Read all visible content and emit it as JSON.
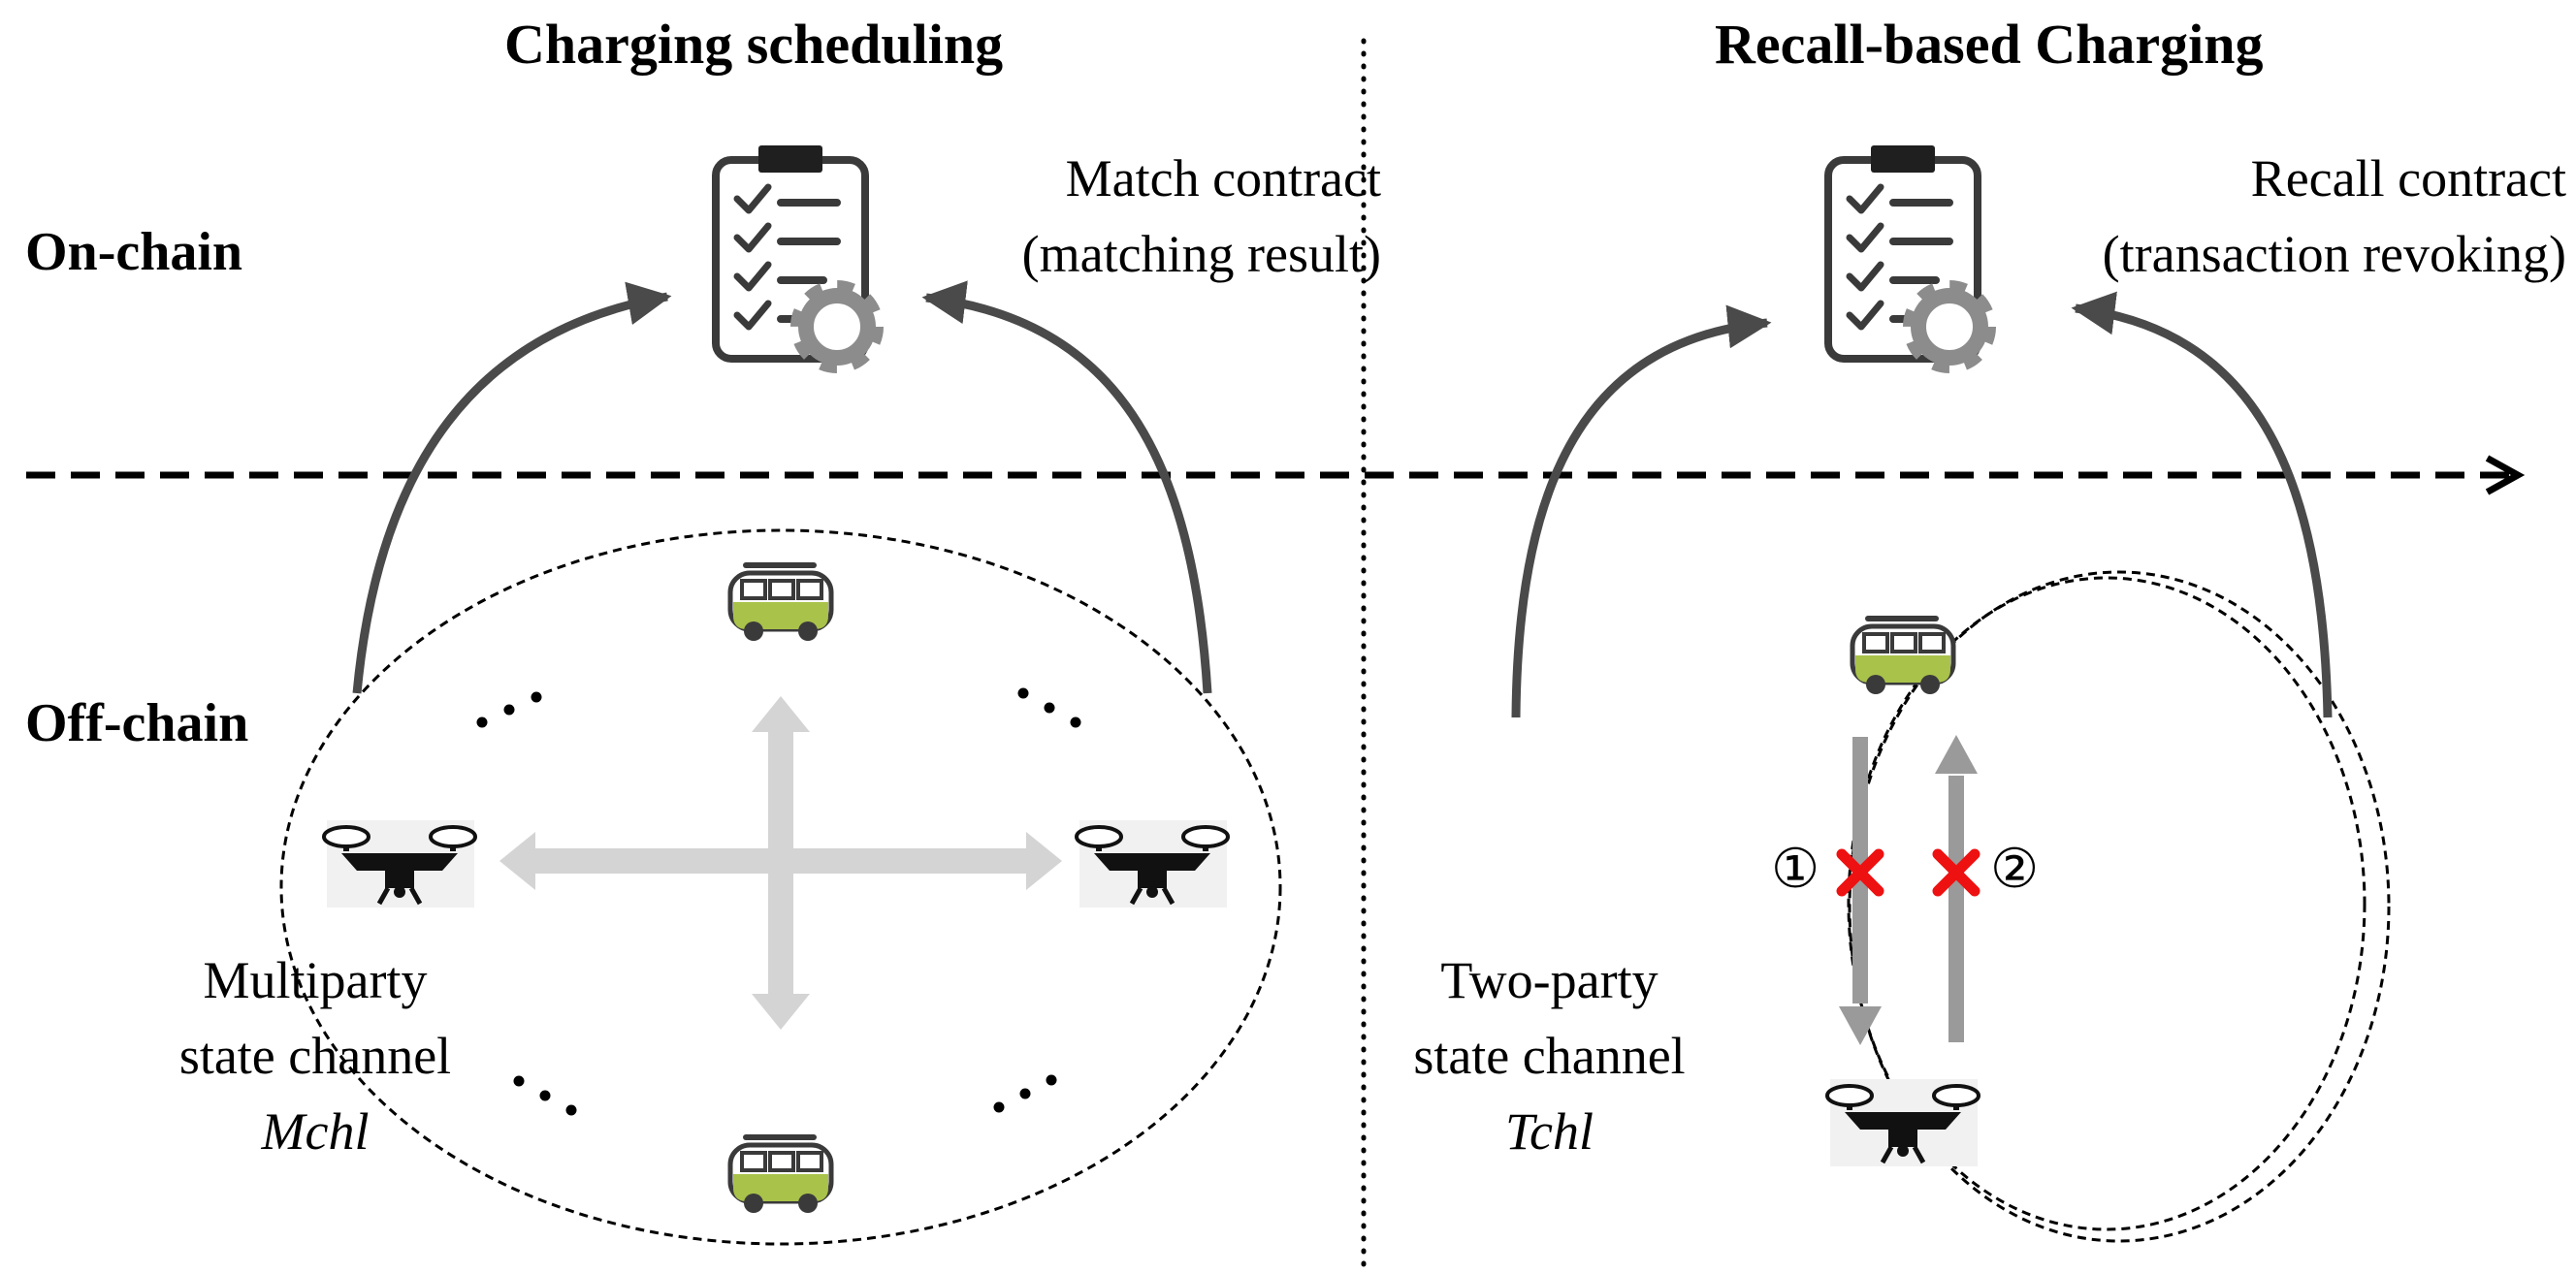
{
  "headings": {
    "left": "Charging scheduling",
    "right": "Recall-based Charging"
  },
  "side_labels": {
    "on_chain": "On-chain",
    "off_chain": "Off-chain"
  },
  "left_panel": {
    "contract_name": "Match contract",
    "contract_note": "(matching result)",
    "channel_line1": "Multiparty",
    "channel_line2": "state channel",
    "channel_symbol": "Mchl"
  },
  "right_panel": {
    "contract_name": "Recall contract",
    "contract_note": "(transaction revoking)",
    "channel_line1": "Two-party",
    "channel_line2": "state channel",
    "channel_symbol": "Tchl",
    "step1": "①",
    "step2": "②"
  },
  "colors": {
    "arrow": "#4a4a4a",
    "light_arrow": "#d4d4d4",
    "gray_arrow": "#9a9a9a",
    "cross": "#ee1111",
    "van_body": "#a9c24a",
    "icon_dark": "#3a3a3a",
    "gear": "#8c8c8c"
  },
  "icons": [
    "clipboard-checklist-icon",
    "gear-icon",
    "drone-icon",
    "van-icon",
    "cross-icon"
  ]
}
